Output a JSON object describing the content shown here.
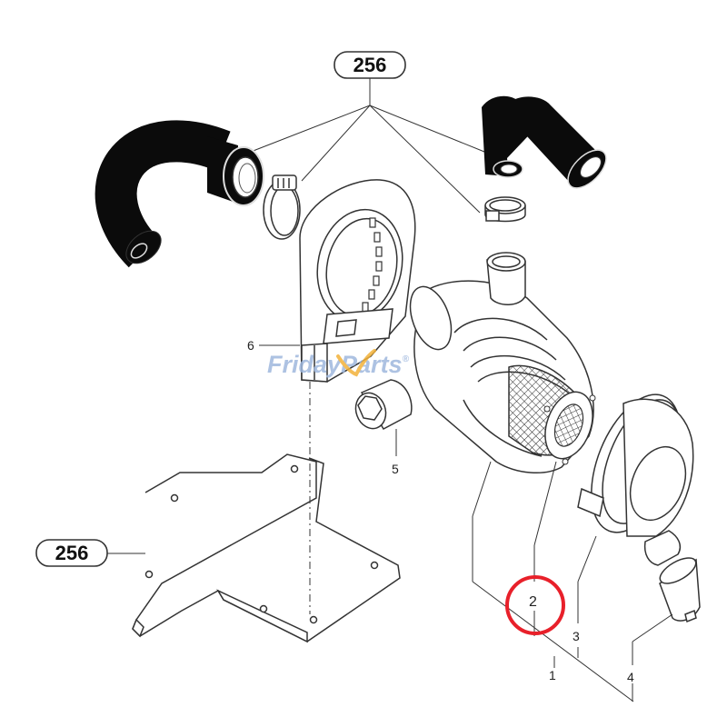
{
  "callouts": {
    "group_top": "256",
    "group_left": "256"
  },
  "parts": [
    {
      "id": "p1",
      "number": "1"
    },
    {
      "id": "p2",
      "number": "2"
    },
    {
      "id": "p3",
      "number": "3"
    },
    {
      "id": "p4",
      "number": "4"
    },
    {
      "id": "p5",
      "number": "5"
    },
    {
      "id": "p6",
      "number": "6"
    }
  ],
  "watermark": {
    "text_a": "Friday",
    "text_b": "Parts",
    "mark": "®"
  },
  "highlight": {
    "part": "2",
    "color": "#e8202a"
  },
  "colors": {
    "line": "#333333",
    "hose": "#0b0b0b",
    "watermark": "#9fb8de",
    "watermark_accent": "#f3b23a"
  }
}
